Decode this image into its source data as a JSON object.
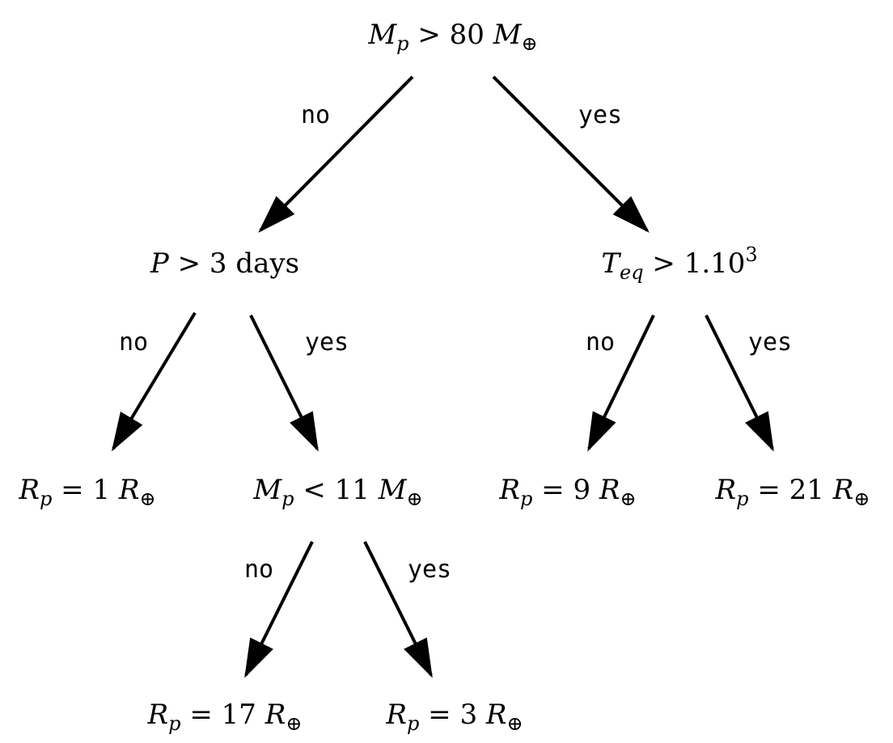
{
  "nodes": {
    "root": {
      "var": "M",
      "sub": "p",
      "rel": ">",
      "num": "80",
      "unit": "M",
      "unit_sub": "⊕"
    },
    "period": {
      "var": "P",
      "sub": "",
      "rel": ">",
      "num": "3",
      "unit_text": "days"
    },
    "teq": {
      "var": "T",
      "sub": "eq",
      "rel": ">",
      "num": "1.10",
      "sup": "3"
    },
    "mass11": {
      "var": "M",
      "sub": "p",
      "rel": "<",
      "num": "11",
      "unit": "M",
      "unit_sub": "⊕"
    },
    "leaf1": {
      "var": "R",
      "sub": "p",
      "rel": "=",
      "num": "1",
      "unit": "R",
      "unit_sub": "⊕"
    },
    "leaf9": {
      "var": "R",
      "sub": "p",
      "rel": "=",
      "num": "9",
      "unit": "R",
      "unit_sub": "⊕"
    },
    "leaf21": {
      "var": "R",
      "sub": "p",
      "rel": "=",
      "num": "21",
      "unit": "R",
      "unit_sub": "⊕"
    },
    "leaf17": {
      "var": "R",
      "sub": "p",
      "rel": "=",
      "num": "17",
      "unit": "R",
      "unit_sub": "⊕"
    },
    "leaf3": {
      "var": "R",
      "sub": "p",
      "rel": "=",
      "num": "3",
      "unit": "R",
      "unit_sub": "⊕"
    }
  },
  "edges": [
    {
      "from": "root",
      "to": "period",
      "label": "no"
    },
    {
      "from": "root",
      "to": "teq",
      "label": "yes"
    },
    {
      "from": "period",
      "to": "leaf1",
      "label": "no"
    },
    {
      "from": "period",
      "to": "mass11",
      "label": "yes"
    },
    {
      "from": "teq",
      "to": "leaf9",
      "label": "no"
    },
    {
      "from": "teq",
      "to": "leaf21",
      "label": "yes"
    },
    {
      "from": "mass11",
      "to": "leaf17",
      "label": "no"
    },
    {
      "from": "mass11",
      "to": "leaf3",
      "label": "yes"
    }
  ]
}
